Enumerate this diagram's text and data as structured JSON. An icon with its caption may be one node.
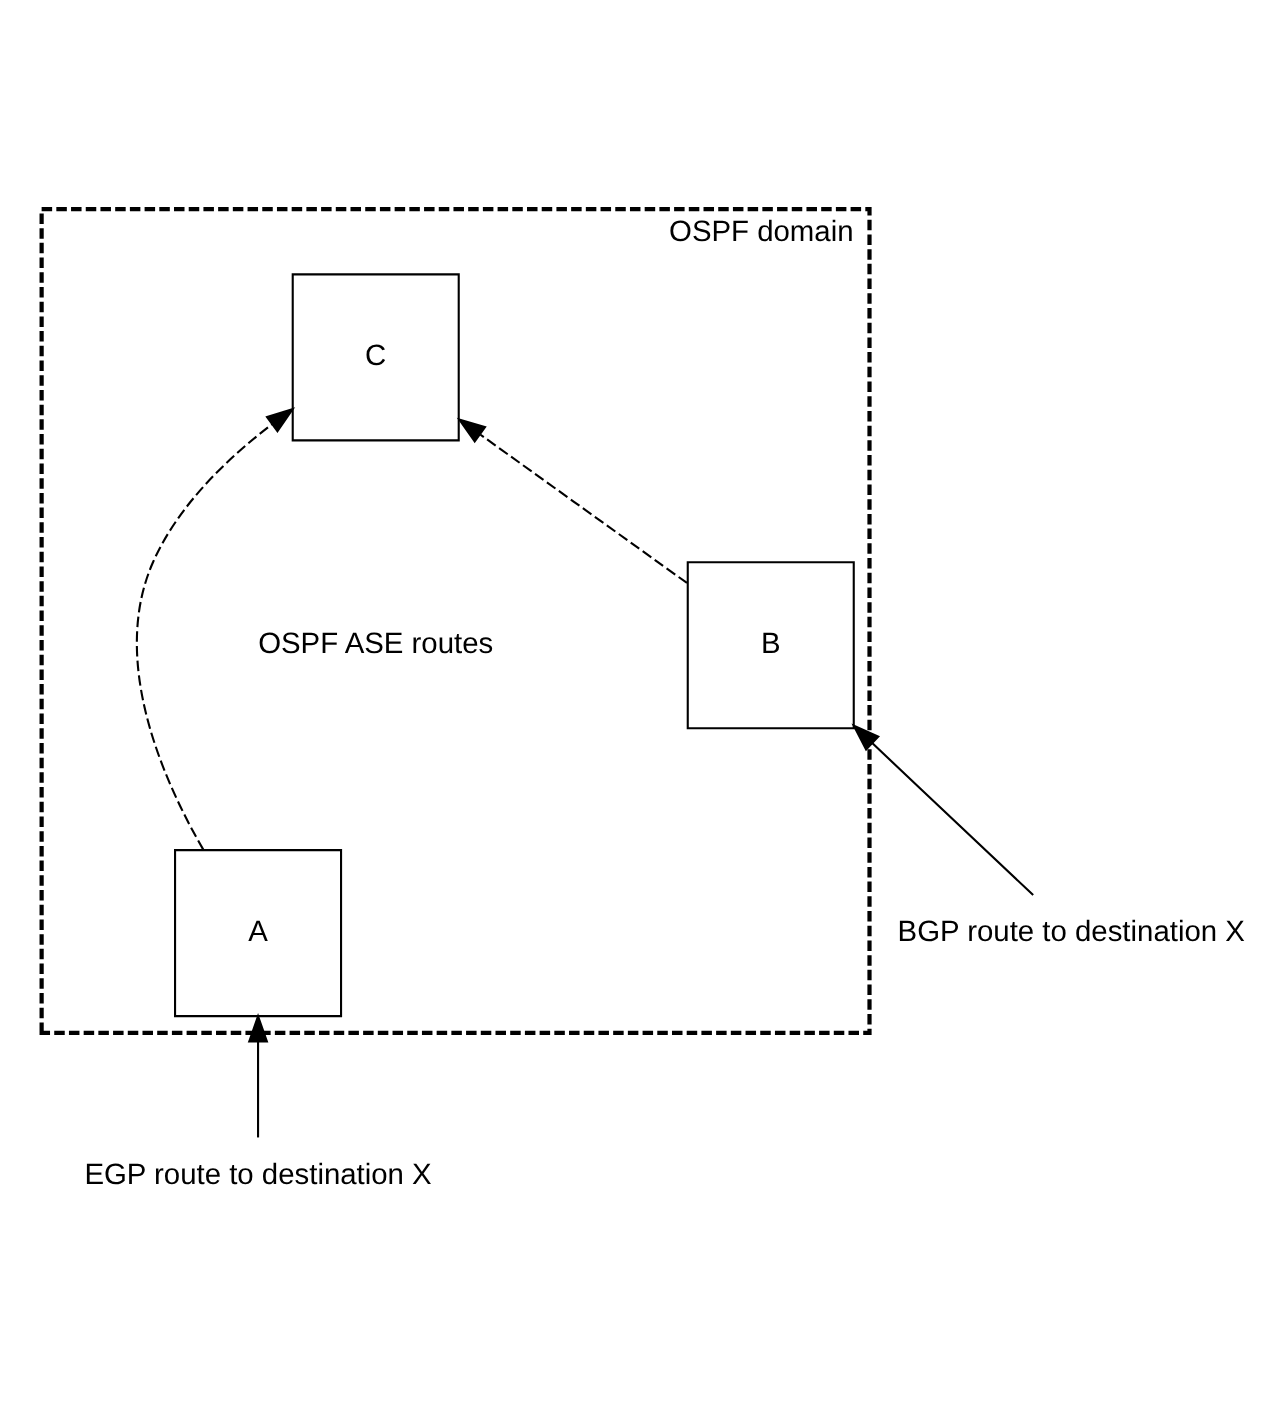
{
  "diagram": {
    "nodes": [
      {
        "text": [
          "OSPF domain"
        ]
      },
      {
        "text": [
          "C"
        ],
        "in": 0
      },
      {
        "text": [
          "A"
        ],
        "in": 0
      },
      {
        "text": [
          "B"
        ],
        "in": 0
      },
      {
        "text": [
          "EGP route to destination X"
        ]
      },
      {
        "text": [
          "BGP route to destination X"
        ]
      }
    ],
    "edges": [
      {
        "from": 2,
        "to": 1,
        "arrow": "to",
        "style": "dashed"
      },
      {
        "from": 3,
        "to": 1,
        "arrow": "to",
        "style": "dashed"
      },
      {
        "from": 4,
        "to": 2,
        "arrow": "to"
      },
      {
        "from": 5,
        "to": 3,
        "arrow": "to"
      }
    ],
    "labels": [
      "OSPF ASE routes"
    ]
  }
}
